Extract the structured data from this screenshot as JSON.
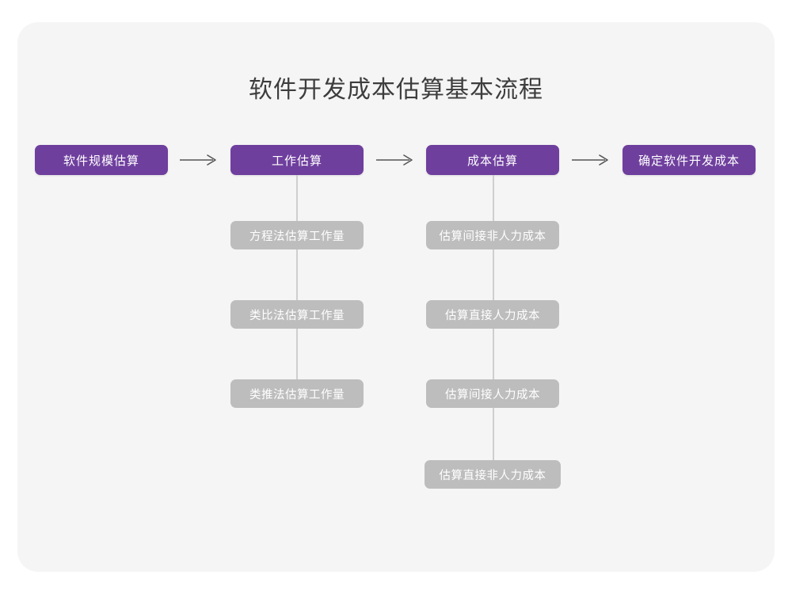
{
  "page": {
    "title": "软件开发成本估算基本流程",
    "card_background": "#f5f5f5",
    "page_background": "#ffffff"
  },
  "theme": {
    "primary_color": "#6f3f9e",
    "secondary_color": "#bdbdbd",
    "connector_color": "#cfcfcf",
    "arrow_color": "#555555",
    "title_color": "#3d3d3d",
    "node_text_color": "#ffffff"
  },
  "flow": {
    "main_steps": [
      {
        "id": "step-1",
        "label": "软件规模估算"
      },
      {
        "id": "step-2",
        "label": "工作估算"
      },
      {
        "id": "step-3",
        "label": "成本估算"
      },
      {
        "id": "step-4",
        "label": "确定软件开发成本"
      }
    ],
    "arrows": [
      {
        "id": "arrow-1",
        "name": "arrow-step1-to-step2"
      },
      {
        "id": "arrow-2",
        "name": "arrow-step2-to-step3"
      },
      {
        "id": "arrow-3",
        "name": "arrow-step3-to-step4"
      }
    ],
    "branches": [
      {
        "parent": "工作估算",
        "items": [
          {
            "label": "方程法估算工作量"
          },
          {
            "label": "类比法估算工作量"
          },
          {
            "label": "类推法估算工作量"
          }
        ]
      },
      {
        "parent": "成本估算",
        "items": [
          {
            "label": "估算间接非人力成本"
          },
          {
            "label": "估算直接人力成本"
          },
          {
            "label": "估算间接人力成本"
          },
          {
            "label": "估算直接非人力成本"
          }
        ]
      }
    ]
  }
}
